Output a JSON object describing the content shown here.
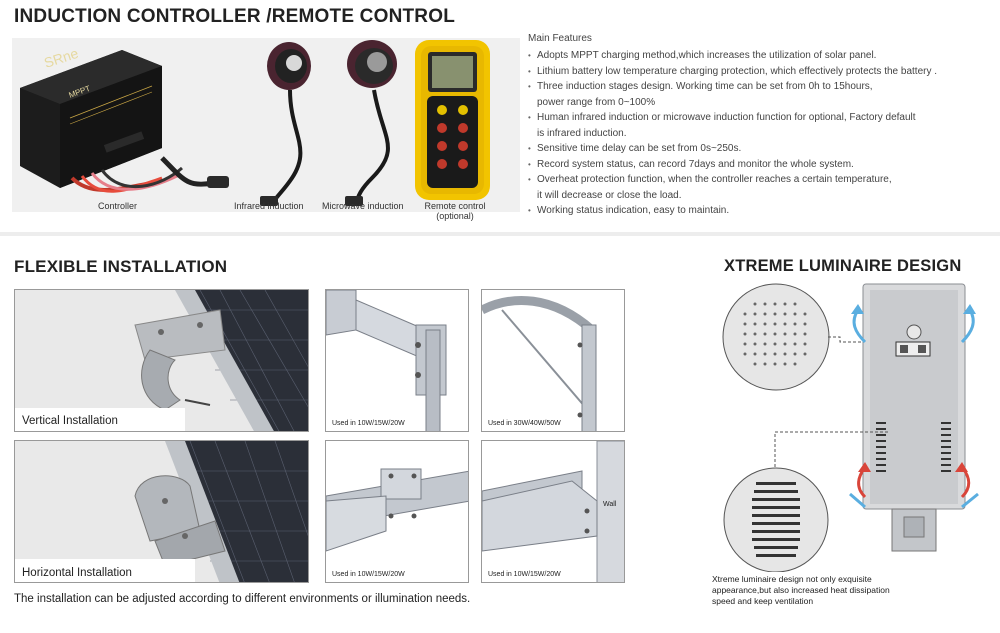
{
  "top": {
    "title": "INDUCTION CONTROLLER /REMOTE CONTROL",
    "captions": {
      "controller": "Controller",
      "infrared": "Infrared induction",
      "microwave": "Microwave induction",
      "remote_line1": "Remote control",
      "remote_line2": "(optional)"
    },
    "controller_text": {
      "brand": "SRne",
      "mppt": "MPPT"
    }
  },
  "features": {
    "title": "Main Features",
    "items": [
      {
        "line1": "Adopts MPPT charging method,which increases the utilization of solar panel.",
        "line2": ""
      },
      {
        "line1": "Lithium battery low temperature charging protection, which effectively protects the battery .",
        "line2": ""
      },
      {
        "line1": "Three induction stages design. Working time can be set from 0h to 15hours,",
        "line2": "power range from 0~100%"
      },
      {
        "line1": "Human infrared induction or microwave induction function for optional, Factory default",
        "line2": "is infrared induction."
      },
      {
        "line1": "Sensitive time delay can be set from 0s~250s.",
        "line2": ""
      },
      {
        "line1": "Record system status, can record 7days and monitor the whole system.",
        "line2": ""
      },
      {
        "line1": "Overheat protection function, when the controller reaches a certain temperature,",
        "line2": "it will decrease or close the load."
      },
      {
        "line1": "Working status indication, easy to maintain.",
        "line2": ""
      }
    ]
  },
  "flexible": {
    "title": "FLEXIBLE INSTALLATION",
    "vertical_label": "Vertical Installation",
    "horizontal_label": "Horizontal Installation",
    "used_a": "Used in 10W/15W/20W",
    "used_b": "Used in 30W/40W/50W",
    "used_c": "Used in 10W/15W/20W",
    "used_d": "Used in 10W/15W/20W",
    "wall": "Wall",
    "note": "The installation can be adjusted according to different environments or illumination needs."
  },
  "luminaire": {
    "title": "XTREME LUMINAIRE DESIGN",
    "note": "Xtreme luminaire design not only exquisite appearance,but also increased heat dissipation speed and keep ventilation"
  },
  "colors": {
    "panel_bg": "#f0f0f0",
    "arrow_blue": "#5aaee0",
    "arrow_red": "#d9453a",
    "remote_yellow": "#f2c400"
  }
}
